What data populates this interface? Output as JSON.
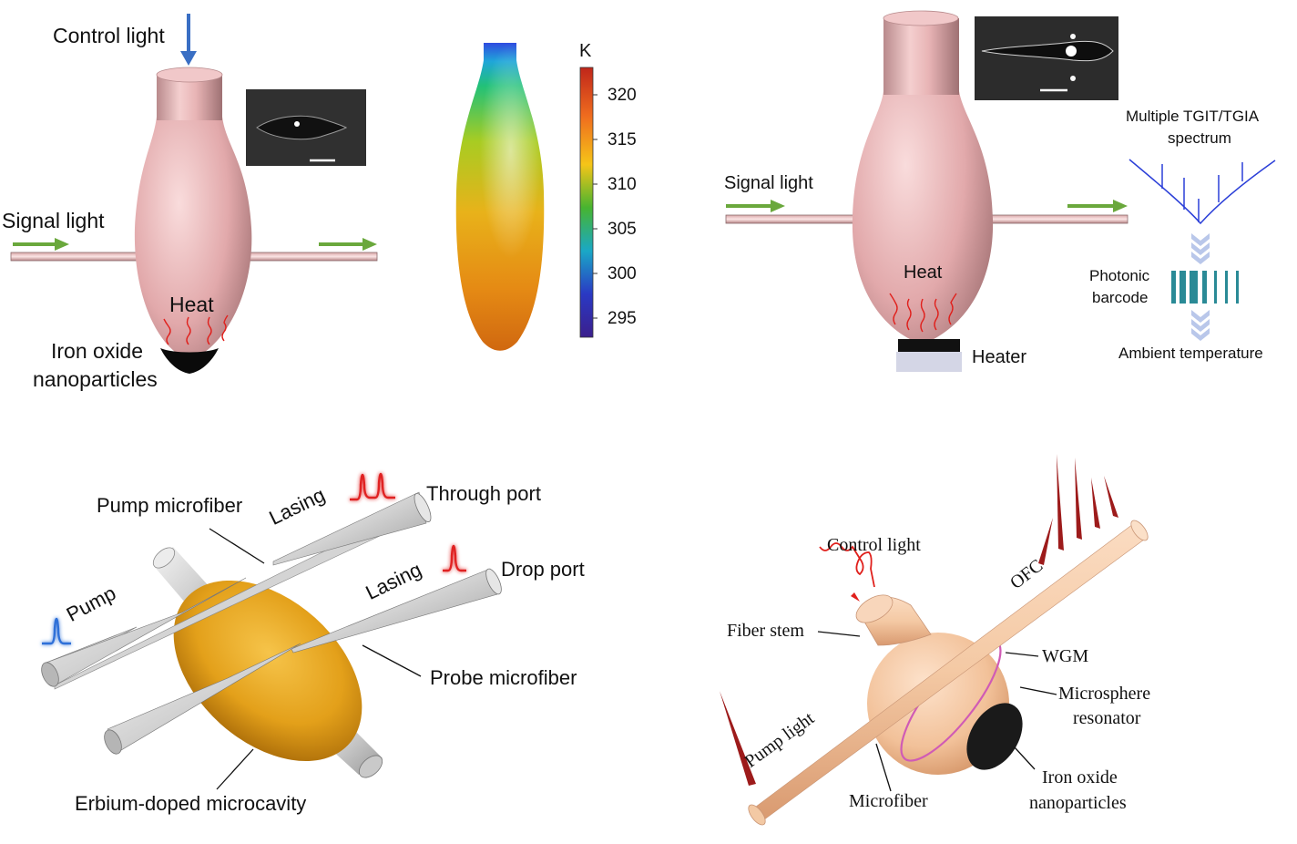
{
  "panel_a": {
    "control_light": "Control light",
    "signal_light": "Signal light",
    "heat": "Heat",
    "nanoparticles_line1": "Iron oxide",
    "nanoparticles_line2": "nanoparticles",
    "colorbar_unit": "K",
    "colorbar_ticks": [
      "320",
      "315",
      "310",
      "305",
      "300",
      "295"
    ],
    "colorbar_colors": [
      "#c0261a",
      "#ef6c1e",
      "#f5c518",
      "#47b430",
      "#1aa8c6",
      "#2a39c4",
      "#3b1f8c"
    ]
  },
  "panel_b": {
    "signal_light": "Signal light",
    "heat": "Heat",
    "heater": "Heater",
    "spectrum_line1": "Multiple TGIT/TGIA",
    "spectrum_line2": "spectrum",
    "barcode_line1": "Photonic",
    "barcode_line2": "barcode",
    "ambient": "Ambient temperature"
  },
  "panel_c": {
    "pump_microfiber": "Pump microfiber",
    "lasing_top": "Lasing",
    "through_port": "Through port",
    "lasing_bottom": "Lasing",
    "drop_port": "Drop port",
    "pump": "Pump",
    "probe_microfiber": "Probe microfiber",
    "microcavity": "Erbium-doped microcavity"
  },
  "panel_d": {
    "control_light": "Control light",
    "ofc": "OFC",
    "fiber_stem": "Fiber stem",
    "wgm": "WGM",
    "microsphere_line1": "Microsphere",
    "microsphere_line2": "resonator",
    "pump_light": "Pump light",
    "microfiber": "Microfiber",
    "nanoparticles_line1": "Iron oxide",
    "nanoparticles_line2": "nanoparticles"
  },
  "colors": {
    "resonator_pink": "#e7b5b5",
    "signal_arrow": "#6aa83c",
    "control_arrow": "#3a6fc4",
    "heat_wave": "#e0201c",
    "cavity_gold": "#e6a21a",
    "barcode": "#2a8a96",
    "spectrum": "#2b3fd8",
    "lasing_red": "#e02020",
    "pump_blue": "#2e6fd8",
    "microsphere": "#f4c9a4"
  }
}
